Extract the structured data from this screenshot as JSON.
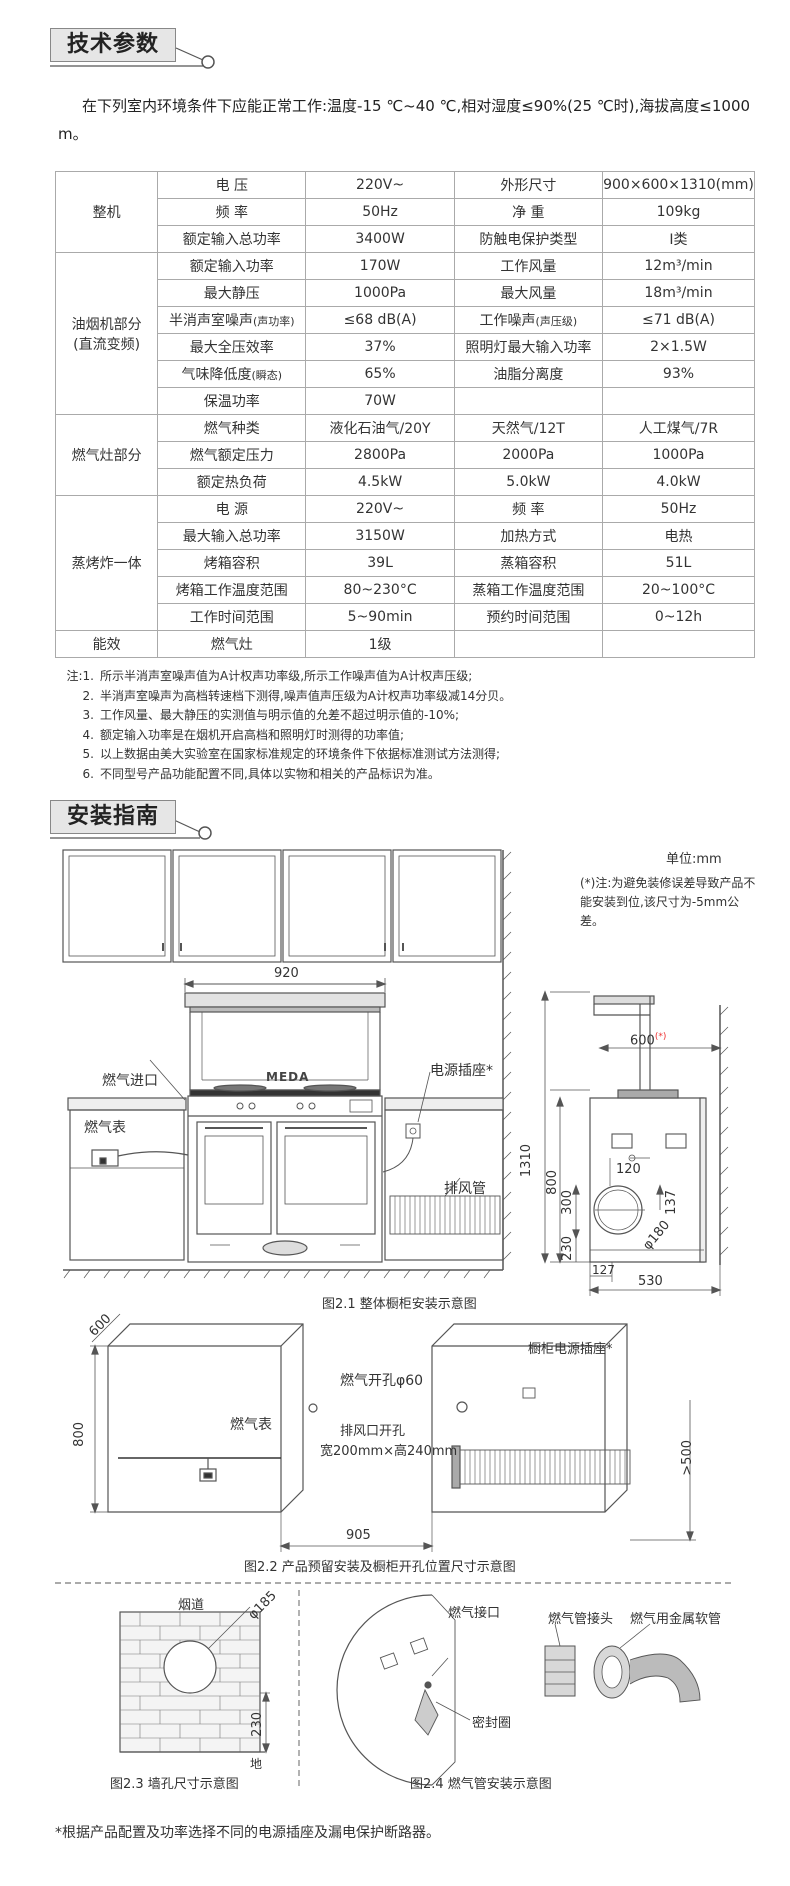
{
  "section1_title": "技术参数",
  "intro_text": "在下列室内环境条件下应能正常工作:温度-15 ℃~40 ℃,相对湿度≤90%(25 ℃时),海拔高度≤1000 m。",
  "spec_table": {
    "whole": {
      "group": "整机",
      "rows": [
        [
          "电 压",
          "220V~",
          "外形尺寸",
          "900×600×1310(mm)"
        ],
        [
          "频 率",
          "50Hz",
          "净 重",
          "109kg"
        ],
        [
          "额定输入总功率",
          "3400W",
          "防触电保护类型",
          "I类"
        ]
      ]
    },
    "hood": {
      "group": "油烟机部分",
      "group2": "(直流变频)",
      "r1": [
        "额定输入功率",
        "170W",
        "工作风量",
        "12m³/min"
      ],
      "r2": [
        "最大静压",
        "1000Pa",
        "最大风量",
        "18m³/min"
      ],
      "r3": [
        "半消声室噪声",
        "(声功率)",
        "≤68 dB(A)",
        "工作噪声",
        "(声压级)",
        "≤71 dB(A)"
      ],
      "r4": [
        "最大全压效率",
        "37%",
        "照明灯最大输入功率",
        "2×1.5W"
      ],
      "r5": [
        "气味降低度",
        "(瞬态)",
        "65%",
        "油脂分离度",
        "93%"
      ],
      "r6": [
        "保温功率",
        "70W"
      ]
    },
    "stove": {
      "group": "燃气灶部分",
      "rows": [
        [
          "燃气种类",
          "液化石油气/20Y",
          "天然气/12T",
          "人工煤气/7R"
        ],
        [
          "燃气额定压力",
          "2800Pa",
          "2000Pa",
          "1000Pa"
        ],
        [
          "额定热负荷",
          "4.5kW",
          "5.0kW",
          "4.0kW"
        ]
      ]
    },
    "oven": {
      "group": "蒸烤炸一体",
      "rows": [
        [
          "电 源",
          "220V~",
          "频 率",
          "50Hz"
        ],
        [
          "最大输入总功率",
          "3150W",
          "加热方式",
          "电热"
        ],
        [
          "烤箱容积",
          "39L",
          "蒸箱容积",
          "51L"
        ],
        [
          "烤箱工作温度范围",
          "80~230°C",
          "蒸箱工作温度范围",
          "20~100°C"
        ],
        [
          "工作时间范围",
          "5~90min",
          "预约时间范围",
          "0~12h"
        ]
      ]
    },
    "efficiency": {
      "group": "能效",
      "row": [
        "燃气灶",
        "1级"
      ]
    }
  },
  "notes": [
    {
      "num": "注:1.",
      "text": "所示半消声室噪声值为A计权声功率级,所示工作噪声值为A计权声压级;"
    },
    {
      "num": "2.",
      "text": "半消声室噪声为高档转速档下测得,噪声值声压级为A计权声功率级减14分贝。"
    },
    {
      "num": "3.",
      "text": "工作风量、最大静压的实测值与明示值的允差不超过明示值的-10%;"
    },
    {
      "num": "4.",
      "text": "额定输入功率是在烟机开启高档和照明灯时测得的功率值;"
    },
    {
      "num": "5.",
      "text": "以上数据由美大实验室在国家标准规定的环境条件下依据标准测试方法测得;"
    },
    {
      "num": "6.",
      "text": "不同型号产品功能配置不同,具体以实物和相关的产品标识为准。"
    }
  ],
  "section2_title": "安装指南",
  "unit_label": "单位:mm",
  "install_note": "(*)注:为避免装修误差导致产品不能安装到位,该尺寸为-5mm公差。",
  "fig1": {
    "caption": "图2.1 整体橱柜安装示意图",
    "dim_width": "920",
    "brand": "MEDA",
    "gas_inlet": "燃气进口",
    "gas_meter": "燃气表",
    "power_socket": "电源插座*",
    "exhaust_pipe": "排风管",
    "dim_600": "600",
    "star": "(*)",
    "dim_1310": "1310",
    "dim_800": "800",
    "dim_300": "300",
    "dim_230": "230",
    "dim_120": "120",
    "dim_137": "137",
    "dim_phi180": "φ180",
    "dim_127": "127",
    "dim_530": "530"
  },
  "fig2": {
    "caption": "图2.2 产品预留安装及橱柜开孔位置尺寸示意图",
    "dim_600": "600",
    "dim_800": "800",
    "gas_meter": "燃气表",
    "gas_hole": "燃气开孔φ60",
    "exhaust_hole": "排风口开孔",
    "exhaust_size": "宽200mm×高240mm",
    "cabinet_socket": "橱柜电源插座*",
    "dim_500": ">500",
    "dim_905": "905"
  },
  "fig3": {
    "caption": "图2.3 墙孔尺寸示意图",
    "flue": "烟道",
    "dim_185": "φ185",
    "dim_230": "230",
    "ground": "地"
  },
  "fig4": {
    "caption": "图2.4 燃气管安装示意图",
    "gas_port": "燃气接口",
    "seal_ring": "密封圈",
    "pipe_joint": "燃气管接头",
    "metal_hose": "燃气用金属软管"
  },
  "footnote": "*根据产品配置及功率选择不同的电源插座及漏电保护断路器。"
}
